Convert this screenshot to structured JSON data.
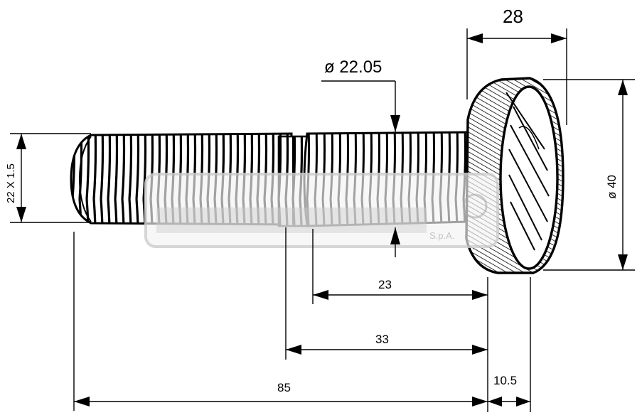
{
  "dimensions": {
    "head_width": "28",
    "diameter_neck": "ø 22.05",
    "thread_spec": "22 X 1.5",
    "head_diameter": "ø 40",
    "knurl_length": "23",
    "shank_length": "33",
    "total_length": "85",
    "head_thickness": "10.5"
  },
  "watermark": {
    "company_suffix": "S.p.A."
  },
  "colors": {
    "line": "#000000",
    "watermark": "#c8c8c8",
    "background": "#ffffff"
  }
}
